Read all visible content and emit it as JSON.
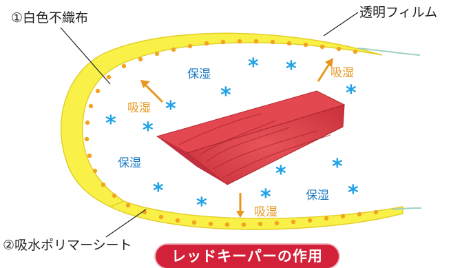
{
  "labels": {
    "layer1": "①白色不織布",
    "film": "透明フィルム",
    "layer2": "②吸水ポリマーシート",
    "keep_moisture": "保湿",
    "absorb_moisture": "吸湿"
  },
  "title": "レッドキーパーの作用",
  "colors": {
    "yellow_layer": "#f9f048",
    "dots": "#f2a421",
    "meat": "#d93a43",
    "blue_text": "#1a78c2",
    "orange_text": "#e8961e",
    "star": "#1fa2e6",
    "badge": "#d4213a"
  }
}
